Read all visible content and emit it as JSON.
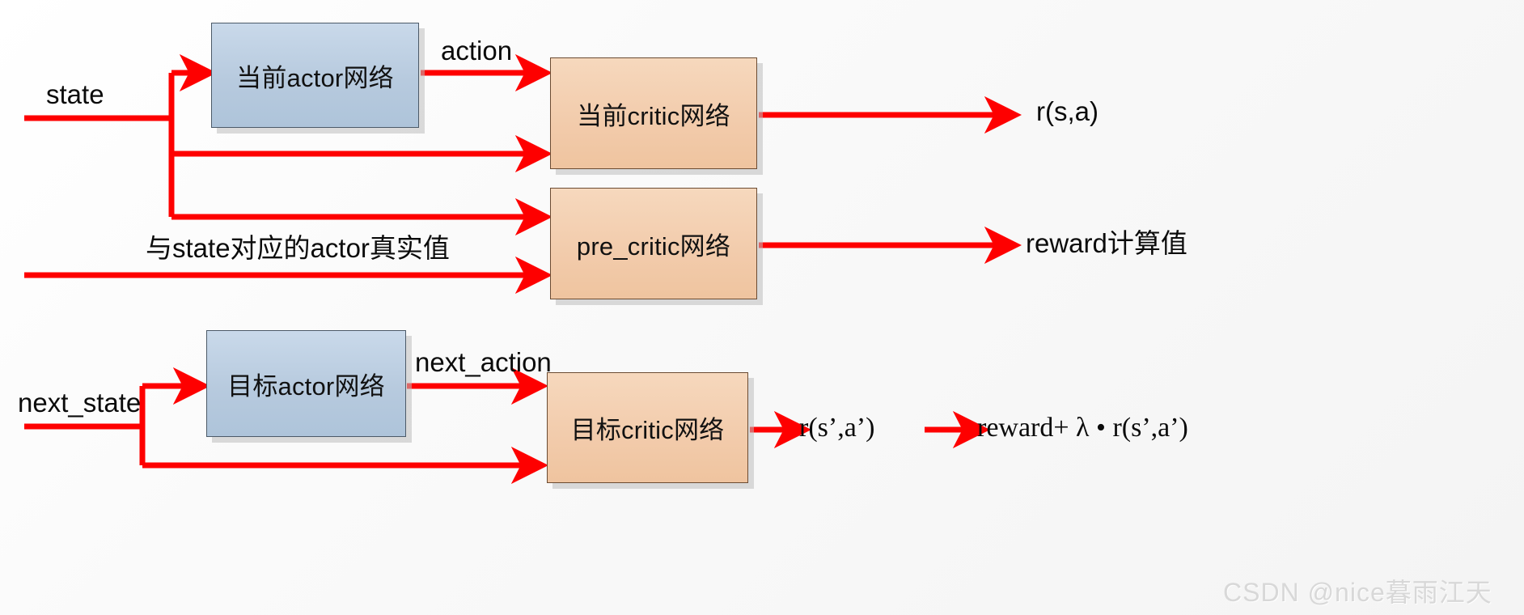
{
  "diagram": {
    "title": "Actor-Critic network dataflow diagram",
    "background_color": "#f7f7f7",
    "arrow_color": "#fe0000",
    "actor_box_color": "#b7cade",
    "critic_box_color": "#f2cbab",
    "text_color": "#0b0b0b"
  },
  "nodes": [
    {
      "id": "current_actor",
      "label": "当前actor网络",
      "kind": "actor"
    },
    {
      "id": "current_critic",
      "label": "当前critic网络",
      "kind": "critic"
    },
    {
      "id": "pre_critic",
      "label": "pre_critic网络",
      "kind": "critic"
    },
    {
      "id": "target_actor",
      "label": "目标actor网络",
      "kind": "actor"
    },
    {
      "id": "target_critic",
      "label": "目标critic网络",
      "kind": "critic"
    }
  ],
  "labels": {
    "state": "state",
    "action": "action",
    "r_s_a": "r(s,a)",
    "actor_truth": "与state对应的actor真实值",
    "reward_value": "reward计算值",
    "next_state": "next_state",
    "next_action": "next_action",
    "r_next": "r(s’,a’)",
    "target_formula": "reward+ λ • r(s’,a’)"
  },
  "watermark": {
    "text": "CSDN @nice暮雨江天"
  }
}
